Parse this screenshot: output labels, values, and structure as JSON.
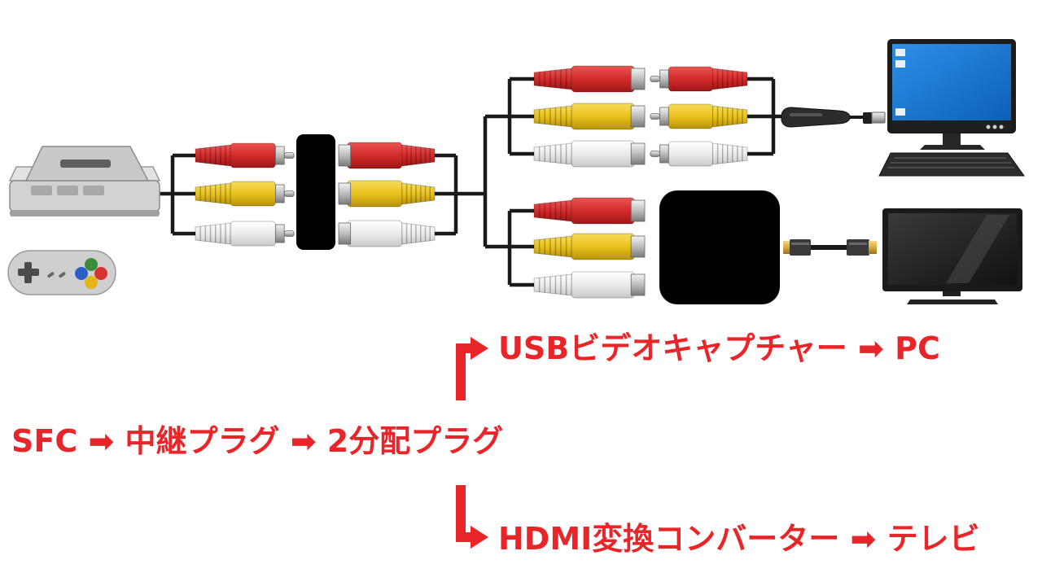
{
  "colors": {
    "text": "#e8262a",
    "arrow": "#e8262a",
    "wire": "#1a1a1a",
    "plug_red": "#d42a2a",
    "plug_yellow": "#e9c21d",
    "plug_white": "#e9e9e9"
  },
  "flow": {
    "main": "SFC ➡ 中継プラグ ➡ 2分配プラグ",
    "upper_branch": "USBビデオキャプチャー ➡ PC",
    "lower_branch": "HDMI変換コンバーター ➡ テレビ"
  },
  "icons": {
    "console": "sfc-console-icon",
    "controller": "gamepad-icon",
    "relay": "relay-plug-icon",
    "capture": "usb-capture-icon",
    "pc": "pc-monitor-icon",
    "converter": "hdmi-converter-icon",
    "tv": "tv-icon"
  }
}
